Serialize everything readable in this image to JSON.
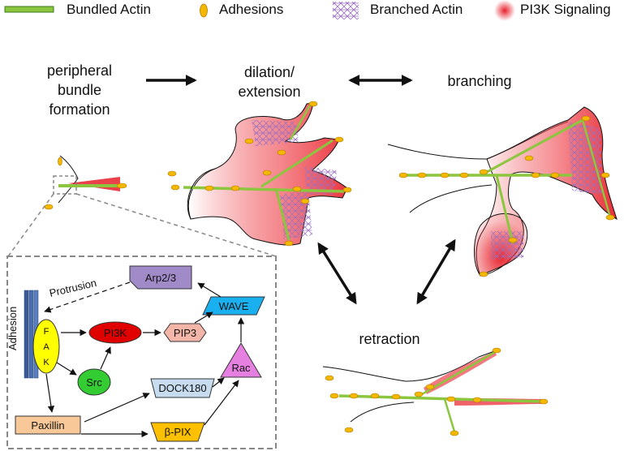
{
  "legend": {
    "bundled_actin": "Bundled Actin",
    "adhesions": "Adhesions",
    "branched_actin": "Branched Actin",
    "pi3k_signaling": "PI3K Signaling"
  },
  "stages": {
    "peripheral": [
      "peripheral",
      "bundle",
      "formation"
    ],
    "dilation": [
      "dilation/",
      "extension"
    ],
    "branching": "branching",
    "retraction": "retraction"
  },
  "pathway": {
    "adhesion": "Adhesion",
    "protrusion": "Protrusion",
    "fak": [
      "F",
      "A",
      "K"
    ],
    "pi3k": "PI3K",
    "pip3": "PIP3",
    "wave": "WAVE",
    "arp23": "Arp2/3",
    "src": "Src",
    "dock180": "DOCK180",
    "rac": "Rac",
    "paxillin": "Paxillin",
    "bpix": "β-PIX"
  },
  "colors": {
    "bundled_actin": "#8cc63f",
    "adhesion": "#f5b800",
    "branched_actin": "#9b6fc0",
    "pi3k_signal": "#e8202a",
    "fak": "#ffff00",
    "pi3k_node": "#e00000",
    "pip3": "#f4b6a8",
    "wave": "#1ab0f0",
    "arp23": "#a08ac8",
    "src": "#33cc33",
    "dock180": "#c8dcf0",
    "rac": "#e680e0",
    "paxillin": "#f8c898",
    "bpix": "#ffc000",
    "adhesion_bar": "#3a5a9a"
  }
}
